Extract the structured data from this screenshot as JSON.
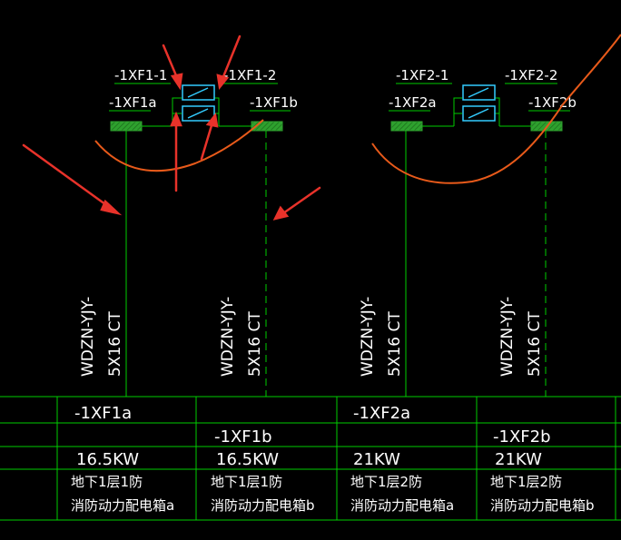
{
  "colors": {
    "background": "#000000",
    "line": "#00cc00",
    "text": "#ffffff",
    "breaker": "#33ccff",
    "busbar": "#2ea12e",
    "annotation_red": "#e8322a",
    "annotation_orange": "#e85a1a"
  },
  "groups": [
    {
      "switch_label_1": "-1XF1-1",
      "switch_label_2": "-1XF1-2",
      "feeder_label_a": "-1XF1a",
      "feeder_label_b": "-1XF1b",
      "cable_a": [
        "WDZN-YJY-",
        "5X16 CT"
      ],
      "cable_b": [
        "WDZN-YJY-",
        "5X16 CT"
      ]
    },
    {
      "switch_label_1": "-1XF2-1",
      "switch_label_2": "-1XF2-2",
      "feeder_label_a": "-1XF2a",
      "feeder_label_b": "-1XF2b",
      "cable_a": [
        "WDZN-YJY-",
        "5X16 CT"
      ],
      "cable_b": [
        "WDZN-YJY-",
        "5X16 CT"
      ]
    }
  ],
  "table": {
    "columns": [
      {
        "name": "-1XF1a",
        "power": "16.5KW",
        "desc_line1": "地下1层1防",
        "desc_line2": "消防动力配电箱a"
      },
      {
        "name": "-1XF1b",
        "power": "16.5KW",
        "desc_line1": "地下1层1防",
        "desc_line2": "消防动力配电箱b"
      },
      {
        "name": "-1XF2a",
        "power": "21KW",
        "desc_line1": "地下1层2防",
        "desc_line2": "消防动力配电箱a"
      },
      {
        "name": "-1XF2b",
        "power": "21KW",
        "desc_line1": "地下1层2防",
        "desc_line2": "消防动力配电箱b"
      }
    ]
  }
}
